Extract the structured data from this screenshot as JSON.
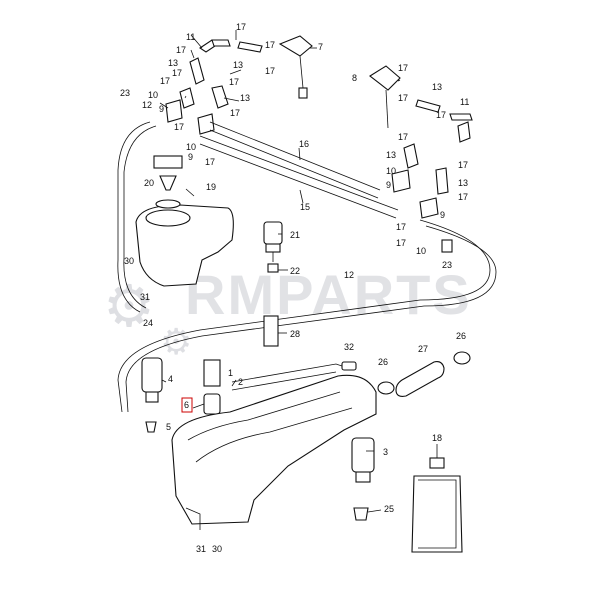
{
  "watermark": {
    "text": "RMPARTS"
  },
  "callouts": {
    "c1": "1",
    "c2": "2",
    "c3": "3",
    "c4": "4",
    "c5": "5",
    "c6": "6",
    "c7": "7",
    "c8": "8",
    "c9": "9",
    "c10": "10",
    "c11": "11",
    "c12": "12",
    "c13": "13",
    "c15": "15",
    "c16": "16",
    "c17": "17",
    "c18": "18",
    "c19": "19",
    "c20": "20",
    "c21": "21",
    "c22": "22",
    "c23": "23",
    "c24": "24",
    "c25": "25",
    "c26": "26",
    "c27": "27",
    "c28": "28",
    "c30": "30",
    "c31": "31",
    "c32": "32"
  }
}
